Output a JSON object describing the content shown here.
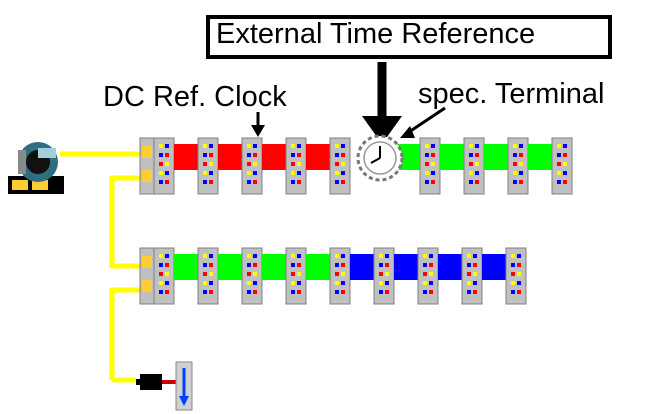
{
  "labels": {
    "external_time_reference": "External Time Reference",
    "dc_ref_clock": "DC Ref. Clock",
    "spec_terminal": "spec. Terminal"
  },
  "icons": {
    "master": "network-master-icon",
    "clock": "clock-icon",
    "end_device": "motor-drive-icon",
    "end_arrow": "down-arrow-icon"
  },
  "colors": {
    "cable": "#ffff00",
    "red_slot": "#ff0000",
    "green_slot": "#00ff00",
    "blue_slot": "#0000ff",
    "terminal": "#c0c0c0",
    "coupler_accent": "#ffcc33"
  },
  "rows": [
    {
      "name": "row-1",
      "groups": [
        {
          "color": "red",
          "count": 4
        },
        {
          "special": "clock"
        },
        {
          "color": "green",
          "count": 4
        }
      ]
    },
    {
      "name": "row-2",
      "groups": [
        {
          "color": "green",
          "count": 4
        },
        {
          "color": "blue",
          "count": 4
        }
      ]
    }
  ]
}
